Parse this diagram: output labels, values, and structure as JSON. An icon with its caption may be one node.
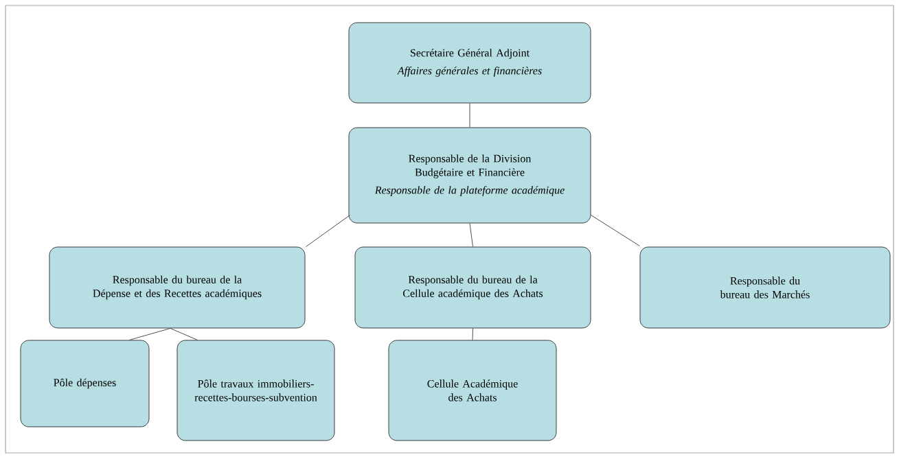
{
  "diagram": {
    "nodes": [
      {
        "text": [
          "Secrétaire Général Adjoint",
          "Affaires générales et financières"
        ]
      },
      {
        "text": [
          "Responsable de la Division Budgétaire et Financière",
          "Responsable de la plateforme académique"
        ]
      },
      {
        "text": [
          "Responsable du bureau de la Dépense et des Recettes académiques"
        ]
      },
      {
        "text": [
          "Responsable du bureau de la Cellule académique des Achats"
        ]
      },
      {
        "text": [
          "Responsable du bureau des Marchés"
        ]
      },
      {
        "text": [
          "Pôle dépenses"
        ]
      },
      {
        "text": [
          "Pôle travaux immobiliers-recettes-bourses-subvention"
        ]
      },
      {
        "text": [
          "Cellule Académique des Achats"
        ]
      }
    ],
    "edges": [
      {
        "from": 0,
        "to": 1,
        "arrow": "none"
      },
      {
        "from": 1,
        "to": 2,
        "arrow": "none"
      },
      {
        "from": 1,
        "to": 3,
        "arrow": "none"
      },
      {
        "from": 1,
        "to": 4,
        "arrow": "none"
      },
      {
        "from": 2,
        "to": 5,
        "arrow": "none"
      },
      {
        "from": 2,
        "to": 6,
        "arrow": "none"
      },
      {
        "from": 3,
        "to": 7,
        "arrow": "none"
      }
    ]
  }
}
